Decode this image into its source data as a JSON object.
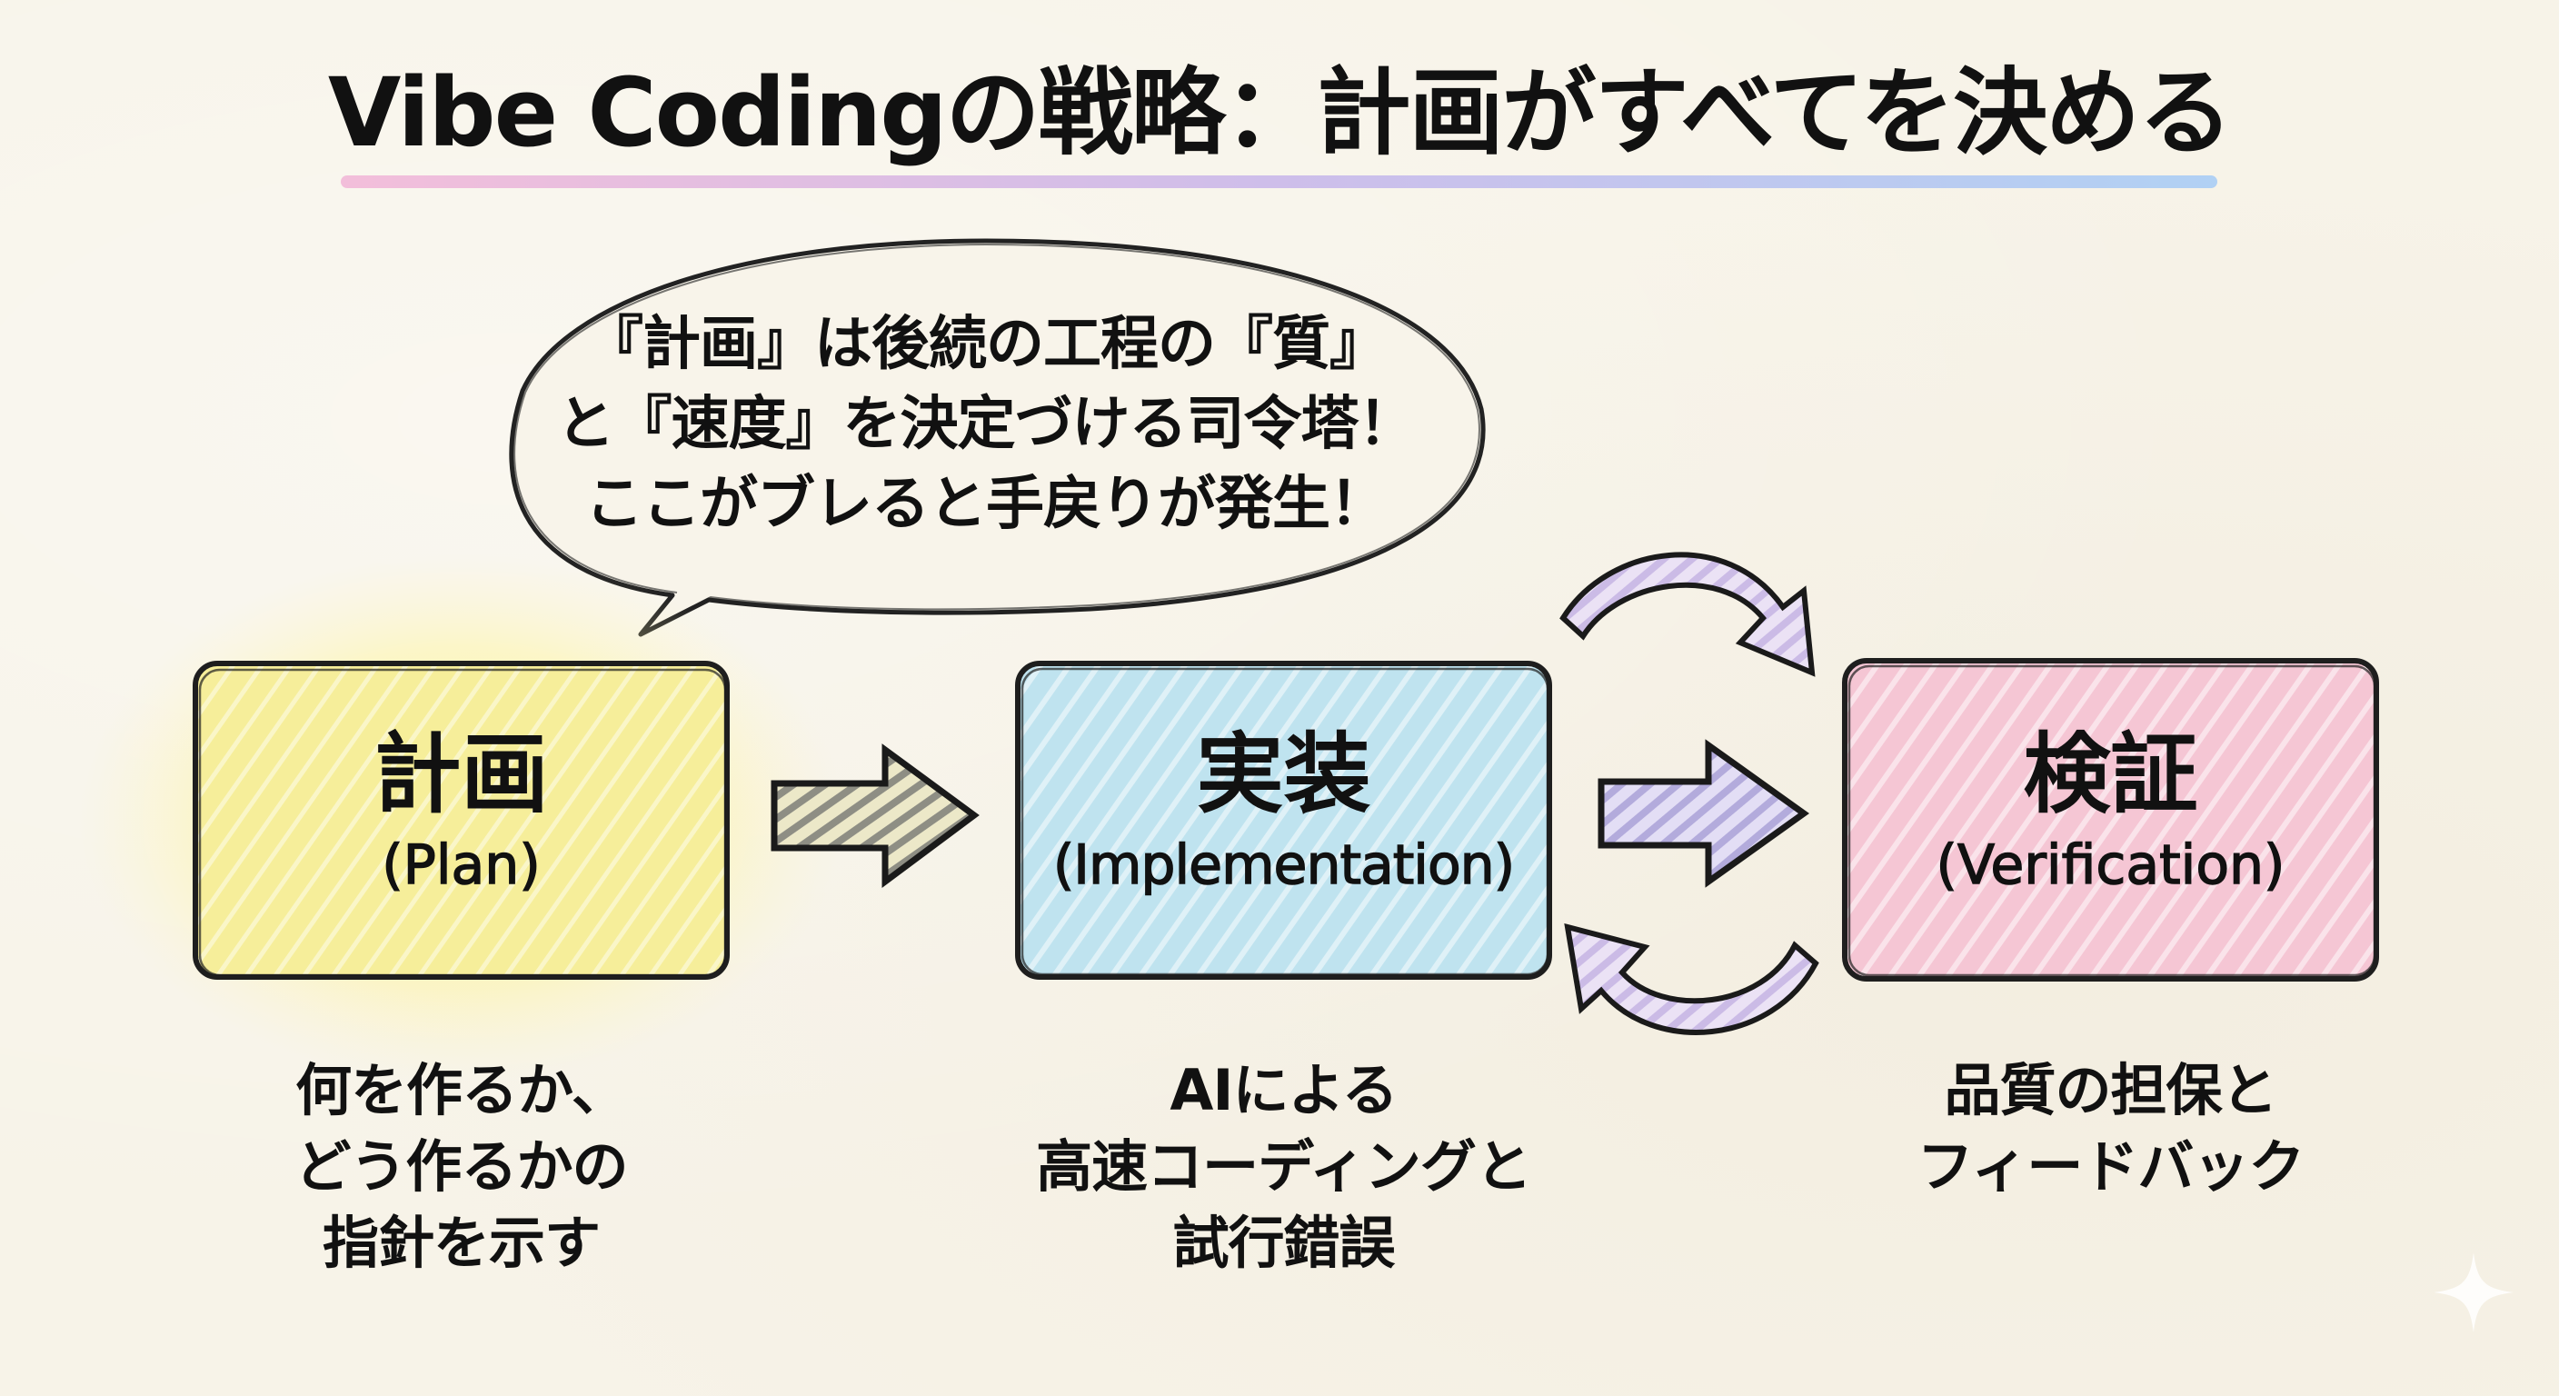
{
  "title": "Vibe Codingの戦略：計画がすべてを決める",
  "speech_bubble": {
    "lines": [
      "『計画』は後続の工程の『質』",
      "と『速度』を決定づける司令塔！",
      "ここがブレると手戻りが発生！"
    ]
  },
  "stages": [
    {
      "name_jp": "計画",
      "name_en": "(Plan)",
      "fill_color": "#f6ee9a",
      "highlighted": true,
      "description": [
        "何を作るか、",
        "どう作るかの",
        "指針を示す"
      ]
    },
    {
      "name_jp": "実装",
      "name_en": "(Implementation)",
      "fill_color": "#bfe3ef",
      "highlighted": false,
      "description": [
        "AIによる",
        "高速コーディングと",
        "試行錯誤"
      ]
    },
    {
      "name_jp": "検証",
      "name_en": "(Verification)",
      "fill_color": "#f5c6d4",
      "highlighted": false,
      "description": [
        "品質の担保と",
        "フィードバック"
      ]
    }
  ],
  "arrows": {
    "plan_to_impl_color": "#9a9a8c",
    "impl_to_verify_color": "#bdb5e0",
    "loop_color": "#cfc1e8"
  },
  "title_underline_colors": [
    "#f2b8d8",
    "#c9b8ea",
    "#a9cdf5"
  ]
}
